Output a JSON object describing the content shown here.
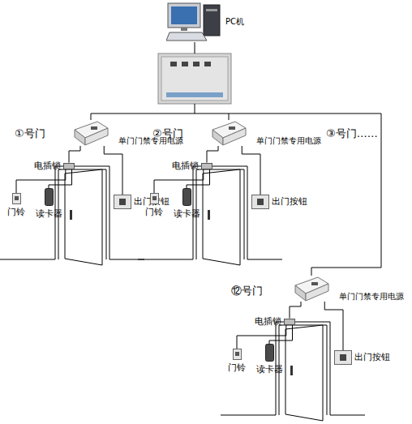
{
  "diagram": {
    "nodes": [
      {
        "text": [
          "PC机"
        ]
      },
      {
        "text": [
          "单门门禁专用电源"
        ]
      },
      {
        "text": [
          "电插锁"
        ]
      },
      {
        "text": [
          "门铃"
        ]
      },
      {
        "text": [
          "读卡器"
        ]
      },
      {
        "text": [
          "出门按钮"
        ]
      },
      {
        "text": [
          "单门门禁专用电源"
        ]
      },
      {
        "text": [
          "电插锁"
        ]
      },
      {
        "text": [
          "门铃"
        ]
      },
      {
        "text": [
          "读卡器"
        ]
      },
      {
        "text": [
          "出门按钮"
        ]
      },
      {
        "text": [
          "单门门禁专用电源"
        ]
      },
      {
        "text": [
          "电插锁"
        ]
      },
      {
        "text": [
          "门铃"
        ]
      },
      {
        "text": [
          "读卡器"
        ]
      },
      {
        "text": [
          "出门按钮"
        ]
      }
    ],
    "edges": [
      {
        "from": 1,
        "to": 2,
        "arrow": "none"
      },
      {
        "from": 1,
        "to": 5,
        "arrow": "none"
      },
      {
        "from": 2,
        "to": 4,
        "arrow": "none"
      },
      {
        "from": 2,
        "to": 3,
        "arrow": "none"
      },
      {
        "from": 6,
        "to": 7,
        "arrow": "none"
      },
      {
        "from": 6,
        "to": 10,
        "arrow": "none"
      },
      {
        "from": 7,
        "to": 9,
        "arrow": "none"
      },
      {
        "from": 7,
        "to": 8,
        "arrow": "none"
      },
      {
        "from": 11,
        "to": 12,
        "arrow": "none"
      },
      {
        "from": 11,
        "to": 15,
        "arrow": "none"
      },
      {
        "from": 12,
        "to": 14,
        "arrow": "none"
      },
      {
        "from": 12,
        "to": 13,
        "arrow": "none"
      }
    ],
    "labels": [
      "①号门",
      "②号门",
      "③号门……",
      "⑫号门"
    ]
  }
}
